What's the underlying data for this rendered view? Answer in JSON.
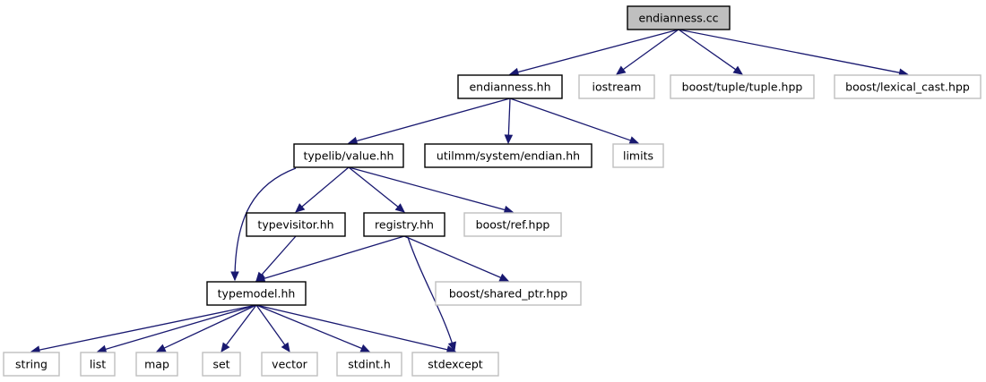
{
  "graph": {
    "colors": {
      "edge": "#191970",
      "root_fill": "#bfbfbf",
      "local_border": "#000000",
      "external_border": "#bfbfbf"
    },
    "nodes": [
      {
        "id": "endianness_cc",
        "label": "endianness.cc",
        "kind": "root"
      },
      {
        "id": "endianness_hh",
        "label": "endianness.hh",
        "kind": "local"
      },
      {
        "id": "iostream",
        "label": "iostream",
        "kind": "external"
      },
      {
        "id": "tuple_hpp",
        "label": "boost/tuple/tuple.hpp",
        "kind": "external"
      },
      {
        "id": "lexical_cast",
        "label": "boost/lexical_cast.hpp",
        "kind": "external"
      },
      {
        "id": "value_hh",
        "label": "typelib/value.hh",
        "kind": "local"
      },
      {
        "id": "endian_hh",
        "label": "utilmm/system/endian.hh",
        "kind": "local"
      },
      {
        "id": "limits",
        "label": "limits",
        "kind": "external"
      },
      {
        "id": "typevisitor_hh",
        "label": "typevisitor.hh",
        "kind": "local"
      },
      {
        "id": "registry_hh",
        "label": "registry.hh",
        "kind": "local"
      },
      {
        "id": "ref_hpp",
        "label": "boost/ref.hpp",
        "kind": "external"
      },
      {
        "id": "shared_ptr",
        "label": "boost/shared_ptr.hpp",
        "kind": "external"
      },
      {
        "id": "typemodel_hh",
        "label": "typemodel.hh",
        "kind": "local"
      },
      {
        "id": "string",
        "label": "string",
        "kind": "external"
      },
      {
        "id": "list",
        "label": "list",
        "kind": "external"
      },
      {
        "id": "map",
        "label": "map",
        "kind": "external"
      },
      {
        "id": "set",
        "label": "set",
        "kind": "external"
      },
      {
        "id": "vector",
        "label": "vector",
        "kind": "external"
      },
      {
        "id": "stdint",
        "label": "stdint.h",
        "kind": "external"
      },
      {
        "id": "stdexcept",
        "label": "stdexcept",
        "kind": "external"
      }
    ],
    "edges": [
      {
        "from": "endianness_cc",
        "to": "endianness_hh"
      },
      {
        "from": "endianness_cc",
        "to": "iostream"
      },
      {
        "from": "endianness_cc",
        "to": "tuple_hpp"
      },
      {
        "from": "endianness_cc",
        "to": "lexical_cast"
      },
      {
        "from": "endianness_hh",
        "to": "value_hh"
      },
      {
        "from": "endianness_hh",
        "to": "endian_hh"
      },
      {
        "from": "endianness_hh",
        "to": "limits"
      },
      {
        "from": "value_hh",
        "to": "typemodel_hh"
      },
      {
        "from": "value_hh",
        "to": "typevisitor_hh"
      },
      {
        "from": "value_hh",
        "to": "registry_hh"
      },
      {
        "from": "value_hh",
        "to": "ref_hpp"
      },
      {
        "from": "typevisitor_hh",
        "to": "typemodel_hh"
      },
      {
        "from": "registry_hh",
        "to": "typemodel_hh"
      },
      {
        "from": "registry_hh",
        "to": "shared_ptr"
      },
      {
        "from": "registry_hh",
        "to": "stdexcept"
      },
      {
        "from": "typemodel_hh",
        "to": "string"
      },
      {
        "from": "typemodel_hh",
        "to": "list"
      },
      {
        "from": "typemodel_hh",
        "to": "map"
      },
      {
        "from": "typemodel_hh",
        "to": "set"
      },
      {
        "from": "typemodel_hh",
        "to": "vector"
      },
      {
        "from": "typemodel_hh",
        "to": "stdint"
      },
      {
        "from": "typemodel_hh",
        "to": "stdexcept"
      }
    ]
  }
}
